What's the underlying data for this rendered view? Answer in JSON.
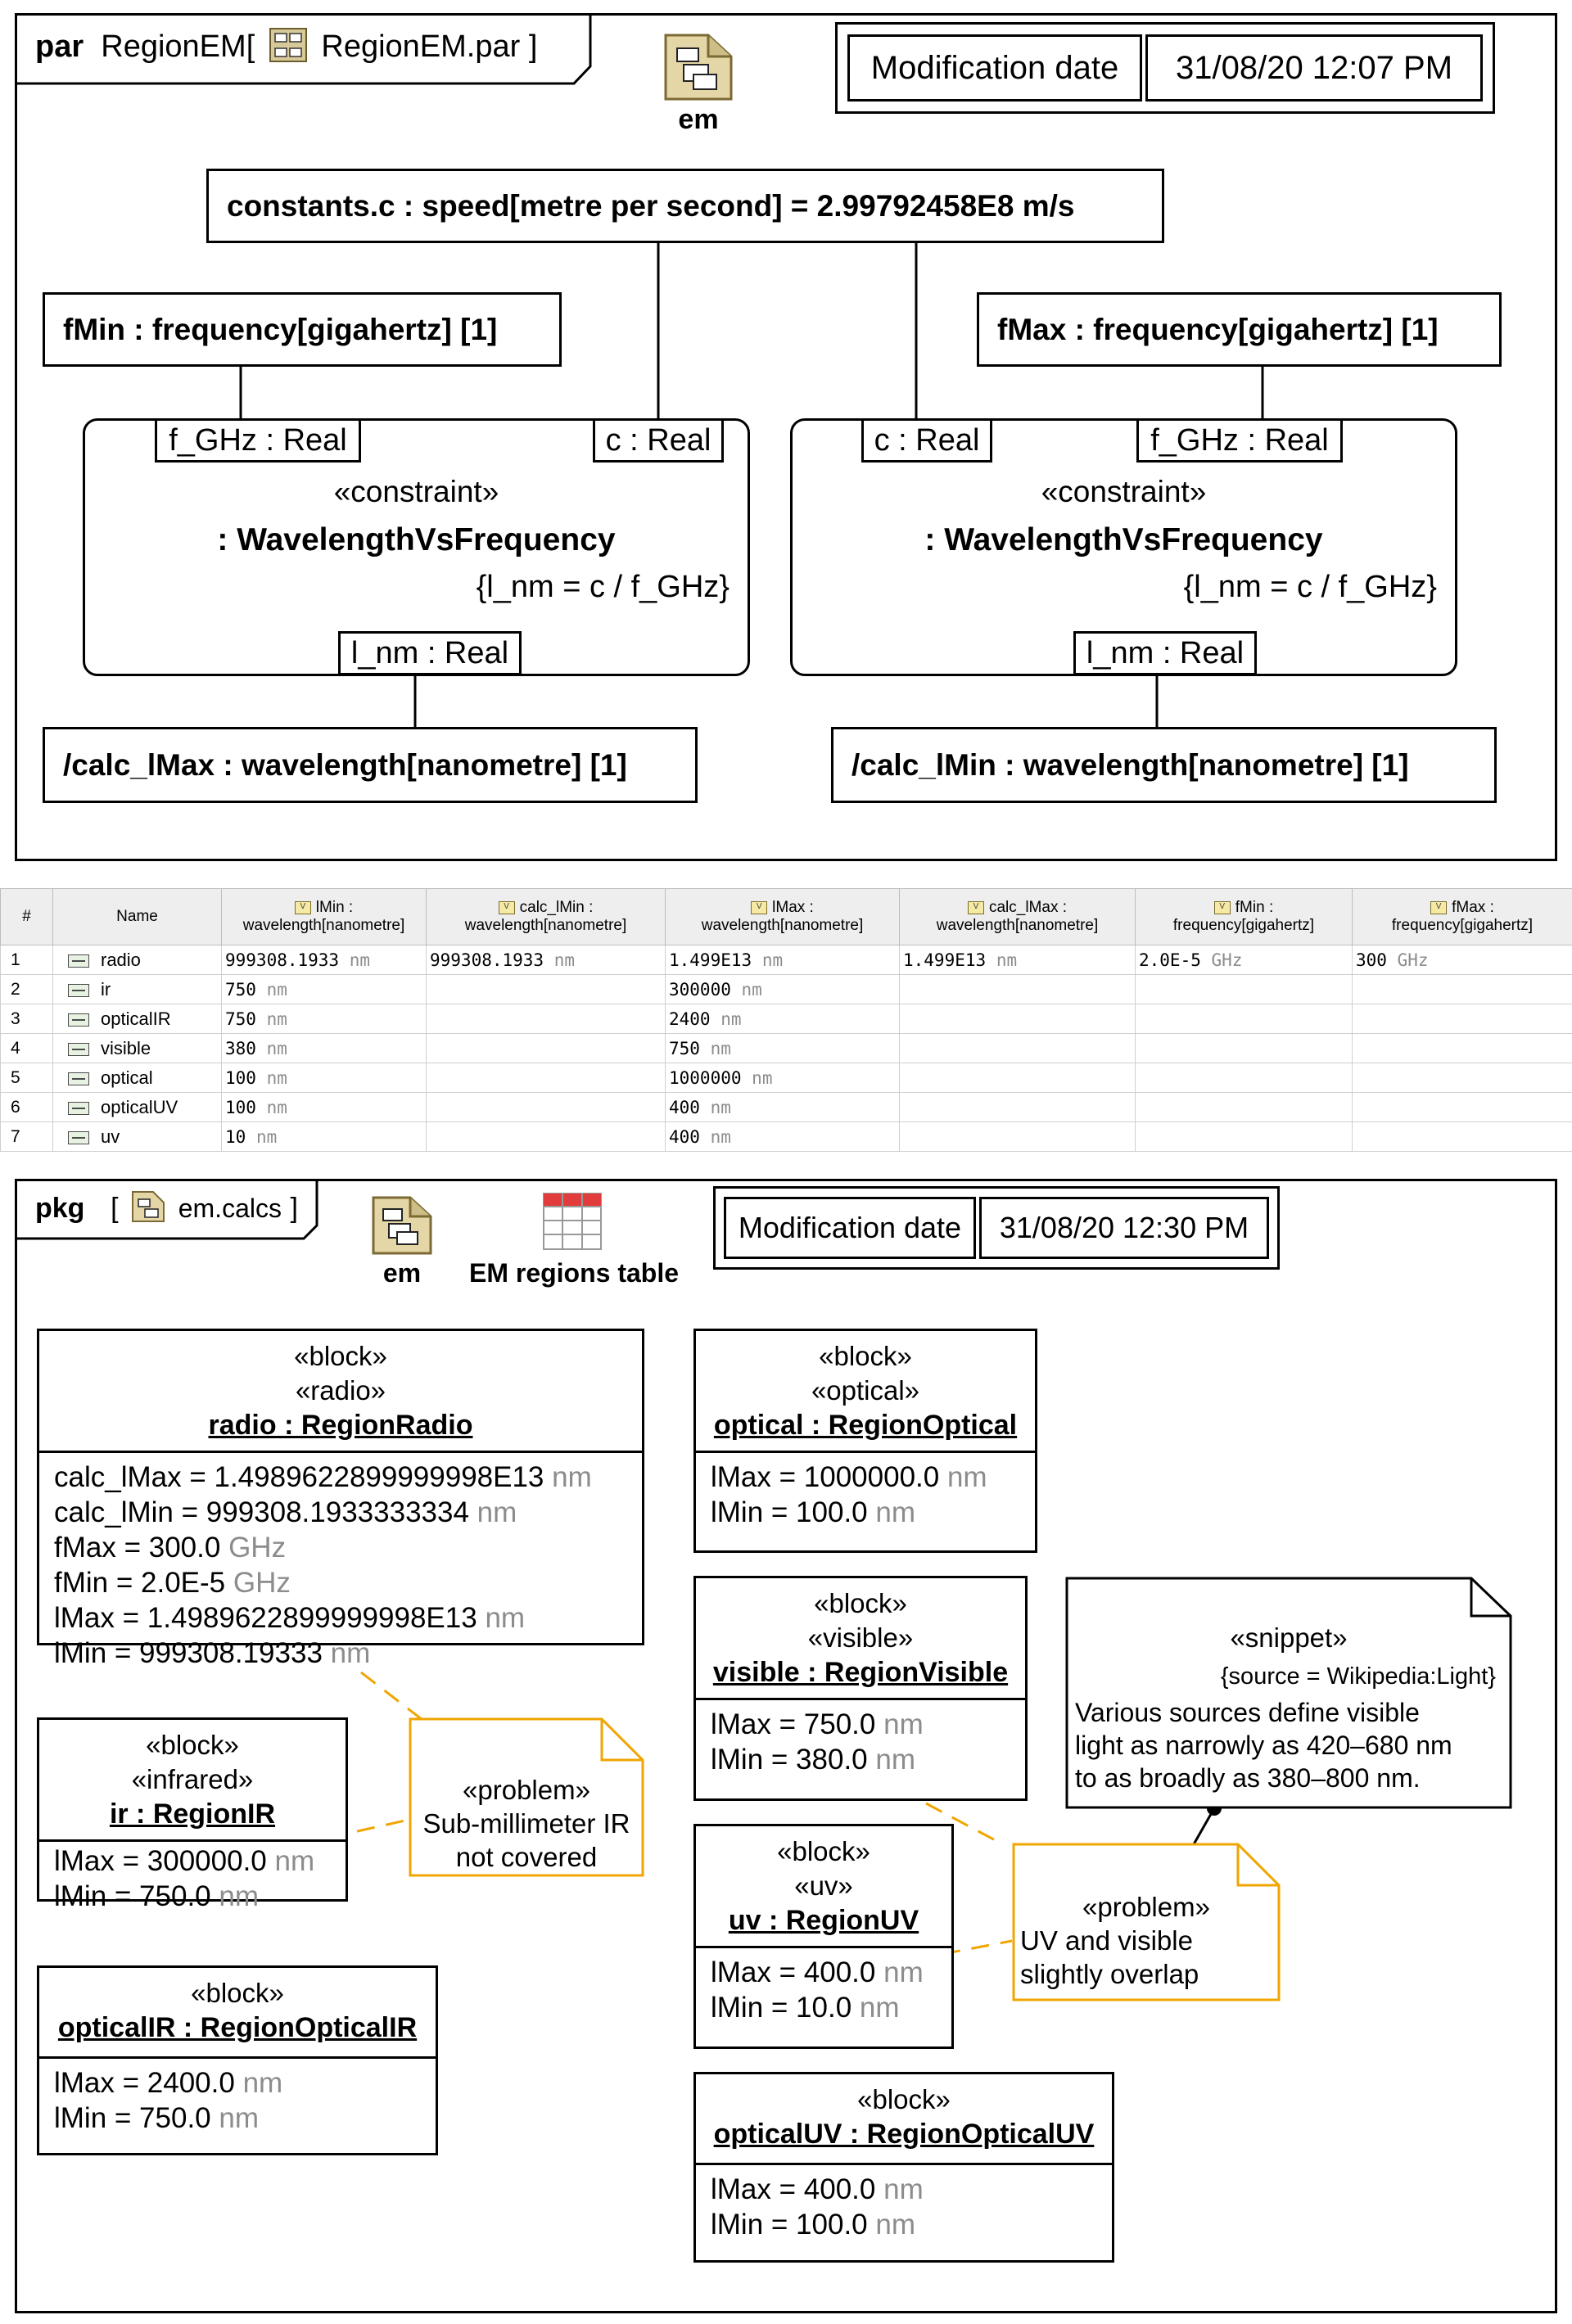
{
  "par_diagram": {
    "kind": "par",
    "name": "RegionEM",
    "type_ref": "RegionEM.par",
    "bracket_open": "[",
    "bracket_close": "]",
    "icon_label": "em",
    "modification": {
      "label": "Modification date",
      "value": "31/08/20 12:07 PM"
    },
    "constant": "constants.c : speed[metre per second] = 2.99792458E8 m/s",
    "fmin": "fMin : frequency[gigahertz] [1]",
    "fmax": "fMax : frequency[gigahertz] [1]",
    "constraint_left": {
      "port_f": "f_GHz : Real",
      "port_c": "c : Real",
      "port_l": "l_nm : Real",
      "stereotype": "«constraint»",
      "name": ": WavelengthVsFrequency",
      "expr": "{l_nm = c / f_GHz}"
    },
    "constraint_right": {
      "port_f": "f_GHz : Real",
      "port_c": "c : Real",
      "port_l": "l_nm : Real",
      "stereotype": "«constraint»",
      "name": ": WavelengthVsFrequency",
      "expr": "{l_nm = c / f_GHz}"
    },
    "calc_lmax": "/calc_lMax : wavelength[nanometre] [1]",
    "calc_lmin": "/calc_lMin : wavelength[nanometre] [1]"
  },
  "table": {
    "columns": [
      {
        "label": "#"
      },
      {
        "label": "Name"
      },
      {
        "line1": "lMin :",
        "line2": "wavelength[nanometre]"
      },
      {
        "line1": "calc_lMin :",
        "line2": "wavelength[nanometre]"
      },
      {
        "line1": "lMax :",
        "line2": "wavelength[nanometre]"
      },
      {
        "line1": "calc_lMax :",
        "line2": "wavelength[nanometre]"
      },
      {
        "line1": "fMin :",
        "line2": "frequency[gigahertz]"
      },
      {
        "line1": "fMax :",
        "line2": "frequency[gigahertz]"
      }
    ],
    "rows": [
      {
        "idx": "1",
        "name": "radio",
        "lmin": "999308.1933",
        "lmin_u": "nm",
        "calc_lmin": "999308.1933",
        "calc_lmin_u": "nm",
        "lmax": "1.499E13",
        "lmax_u": "nm",
        "calc_lmax": "1.499E13",
        "calc_lmax_u": "nm",
        "fmin": "2.0E-5",
        "fmin_u": "GHz",
        "fmax": "300",
        "fmax_u": "GHz"
      },
      {
        "idx": "2",
        "name": "ir",
        "lmin": "750",
        "lmin_u": "nm",
        "lmax": "300000",
        "lmax_u": "nm"
      },
      {
        "idx": "3",
        "name": "opticalIR",
        "lmin": "750",
        "lmin_u": "nm",
        "lmax": "2400",
        "lmax_u": "nm"
      },
      {
        "idx": "4",
        "name": "visible",
        "lmin": "380",
        "lmin_u": "nm",
        "lmax": "750",
        "lmax_u": "nm"
      },
      {
        "idx": "5",
        "name": "optical",
        "lmin": "100",
        "lmin_u": "nm",
        "lmax": "1000000",
        "lmax_u": "nm"
      },
      {
        "idx": "6",
        "name": "opticalUV",
        "lmin": "100",
        "lmin_u": "nm",
        "lmax": "400",
        "lmax_u": "nm"
      },
      {
        "idx": "7",
        "name": "uv",
        "lmin": "10",
        "lmin_u": "nm",
        "lmax": "400",
        "lmax_u": "nm"
      }
    ]
  },
  "pkg_diagram": {
    "kind": "pkg",
    "bracket_open": "[",
    "bracket_close": "]",
    "name": "em.calcs",
    "icon_em_label": "em",
    "icon_table_label": "EM regions table",
    "modification": {
      "label": "Modification date",
      "value": "31/08/20 12:30 PM"
    },
    "blocks": {
      "radio": {
        "s1": "«block»",
        "s2": "«radio»",
        "title": "radio : RegionRadio",
        "attrs": [
          {
            "t": "calc_lMax = 1.4989622899999998E13",
            "u": "nm"
          },
          {
            "t": "calc_lMin = 999308.1933333334",
            "u": "nm"
          },
          {
            "t": "fMax = 300.0",
            "u": "GHz"
          },
          {
            "t": "fMin = 2.0E-5",
            "u": "GHz"
          },
          {
            "t": "lMax = 1.4989622899999998E13",
            "u": "nm"
          },
          {
            "t": "lMin = 999308.19333",
            "u": "nm"
          }
        ]
      },
      "ir": {
        "s1": "«block»",
        "s2": "«infrared»",
        "title": "ir : RegionIR",
        "attrs": [
          {
            "t": "lMax = 300000.0",
            "u": "nm"
          },
          {
            "t": "lMin = 750.0",
            "u": "nm"
          }
        ]
      },
      "opticalIR": {
        "s1": "«block»",
        "title": "opticalIR : RegionOpticalIR",
        "attrs": [
          {
            "t": "lMax = 2400.0",
            "u": "nm"
          },
          {
            "t": "lMin = 750.0",
            "u": "nm"
          }
        ]
      },
      "optical": {
        "s1": "«block»",
        "s2": "«optical»",
        "title": "optical : RegionOptical",
        "attrs": [
          {
            "t": "lMax = 1000000.0",
            "u": "nm"
          },
          {
            "t": "lMin = 100.0",
            "u": "nm"
          }
        ]
      },
      "visible": {
        "s1": "«block»",
        "s2": "«visible»",
        "title": "visible : RegionVisible",
        "attrs": [
          {
            "t": "lMax = 750.0",
            "u": "nm"
          },
          {
            "t": "lMin = 380.0",
            "u": "nm"
          }
        ]
      },
      "uv": {
        "s1": "«block»",
        "s2": "«uv»",
        "title": "uv : RegionUV",
        "attrs": [
          {
            "t": "lMax = 400.0",
            "u": "nm"
          },
          {
            "t": "lMin = 10.0",
            "u": "nm"
          }
        ]
      },
      "opticalUV": {
        "s1": "«block»",
        "title": "opticalUV : RegionOpticalUV",
        "attrs": [
          {
            "t": "lMax = 400.0",
            "u": "nm"
          },
          {
            "t": "lMin = 100.0",
            "u": "nm"
          }
        ]
      }
    },
    "problem_ir": {
      "stereo": "«problem»",
      "l1": "Sub-millimeter IR",
      "l2": "not covered"
    },
    "problem_uv": {
      "stereo": "«problem»",
      "l1": "UV and visible",
      "l2": "slightly overlap"
    },
    "snippet": {
      "stereo": "«snippet»",
      "source": "{source = Wikipedia:Light}",
      "l1": "Various sources define visible",
      "l2": "light as narrowly as 420–680 nm",
      "l3": "to as broadly as 380–800 nm."
    }
  },
  "colors": {
    "note_border": "#f0a500",
    "unit_grey": "#8c8c8c",
    "table_icon_red": "#e23b3b"
  }
}
